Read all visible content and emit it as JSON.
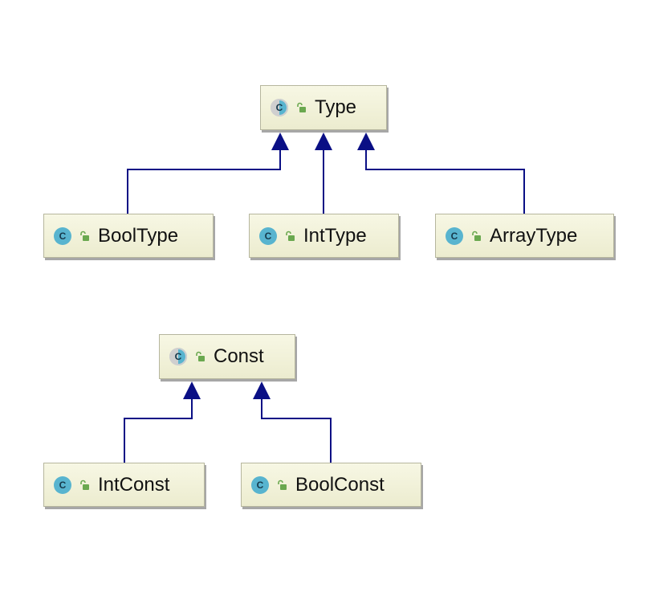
{
  "colors": {
    "edge": "#0a0f85",
    "node_fill": "#f3f3dd",
    "node_border": "#b6b69e",
    "class_icon": "#58b4cf",
    "lock_icon": "#6aa84f"
  },
  "icons": {
    "class": "class-c-icon",
    "access": "public-lock-icon"
  },
  "class_icon_letter": "C",
  "nodes": {
    "type": {
      "label": "Type",
      "abstract": true
    },
    "bool_type": {
      "label": "BoolType"
    },
    "int_type": {
      "label": "IntType"
    },
    "array_type": {
      "label": "ArrayType"
    },
    "const": {
      "label": "Const",
      "abstract": true
    },
    "int_const": {
      "label": "IntConst"
    },
    "bool_const": {
      "label": "BoolConst"
    }
  },
  "edges": [
    {
      "from": "bool_type",
      "to": "type",
      "kind": "extends"
    },
    {
      "from": "int_type",
      "to": "type",
      "kind": "extends"
    },
    {
      "from": "array_type",
      "to": "type",
      "kind": "extends"
    },
    {
      "from": "int_const",
      "to": "const",
      "kind": "extends"
    },
    {
      "from": "bool_const",
      "to": "const",
      "kind": "extends"
    }
  ]
}
